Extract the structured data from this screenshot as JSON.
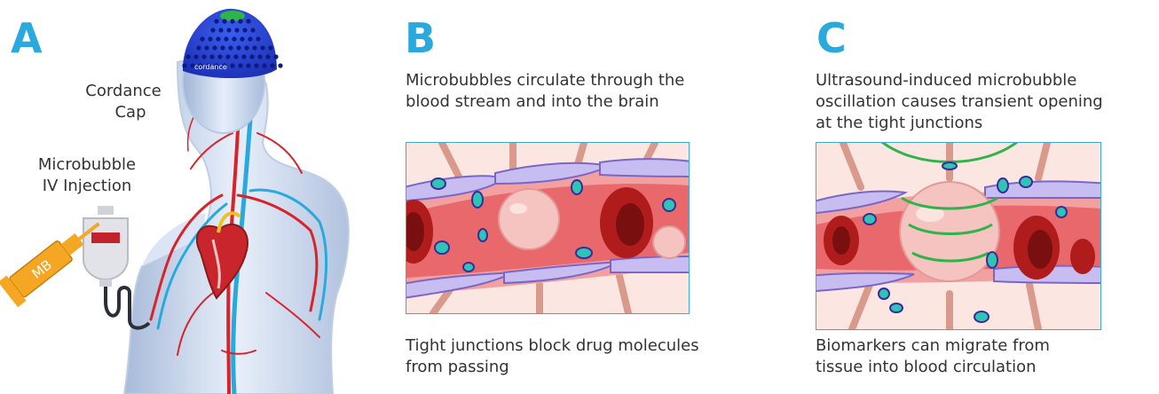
{
  "panels": {
    "a": {
      "letter": "A",
      "cap_label_line1": "Cordance",
      "cap_label_line2": "Cap",
      "cap_logo": "cordance",
      "injection_label_line1": "Microbubble",
      "injection_label_line2": "IV Injection",
      "syringe_text": "MB"
    },
    "b": {
      "letter": "B",
      "caption_top_line1": "Microbubbles circulate through the",
      "caption_top_line2": "blood stream and into the brain",
      "caption_bottom_line1": "Tight junctions block drug molecules",
      "caption_bottom_line2": "from passing"
    },
    "c": {
      "letter": "C",
      "caption_top_line1": "Ultrasound-induced microbubble",
      "caption_top_line2": "oscillation causes transient opening",
      "caption_top_line3": "at the tight junctions",
      "caption_bottom_line1": "Biomarkers can migrate from",
      "caption_bottom_line2": "tissue into blood circulation"
    }
  },
  "colors": {
    "accent": "#2aa9de",
    "frame_border": "#3fa9d6",
    "cap_blue": "#1f3fd0",
    "vessel_wall": "#e8777a",
    "red_cell": "#b01c1c",
    "cell_purple": "#b7a9e6",
    "ultrasound_green": "#2fb34a",
    "syringe_orange": "#f5a623"
  }
}
